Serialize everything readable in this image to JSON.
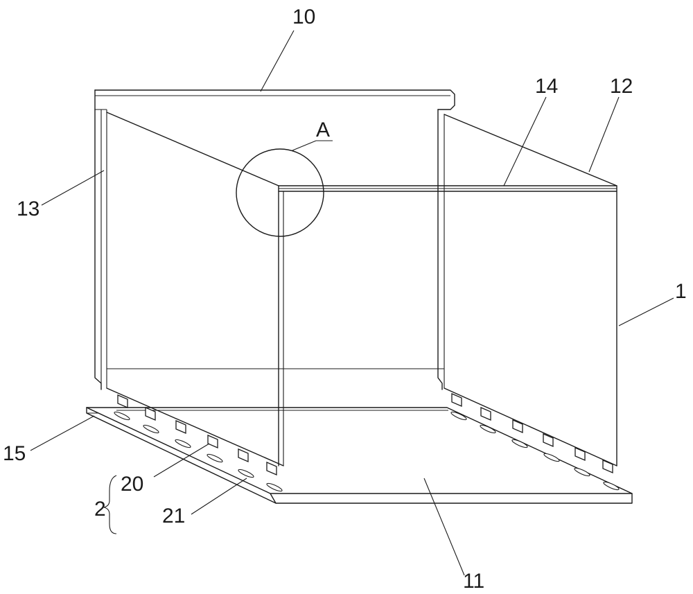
{
  "labels": {
    "l10": "10",
    "l14": "14",
    "l12": "12",
    "lA": "A",
    "l13": "13",
    "l1": "1",
    "l15": "15",
    "l20": "20",
    "l2": "2",
    "l21": "21",
    "l11": "11"
  },
  "colors": {
    "line": "#1a1a1a",
    "background": "#ffffff"
  }
}
